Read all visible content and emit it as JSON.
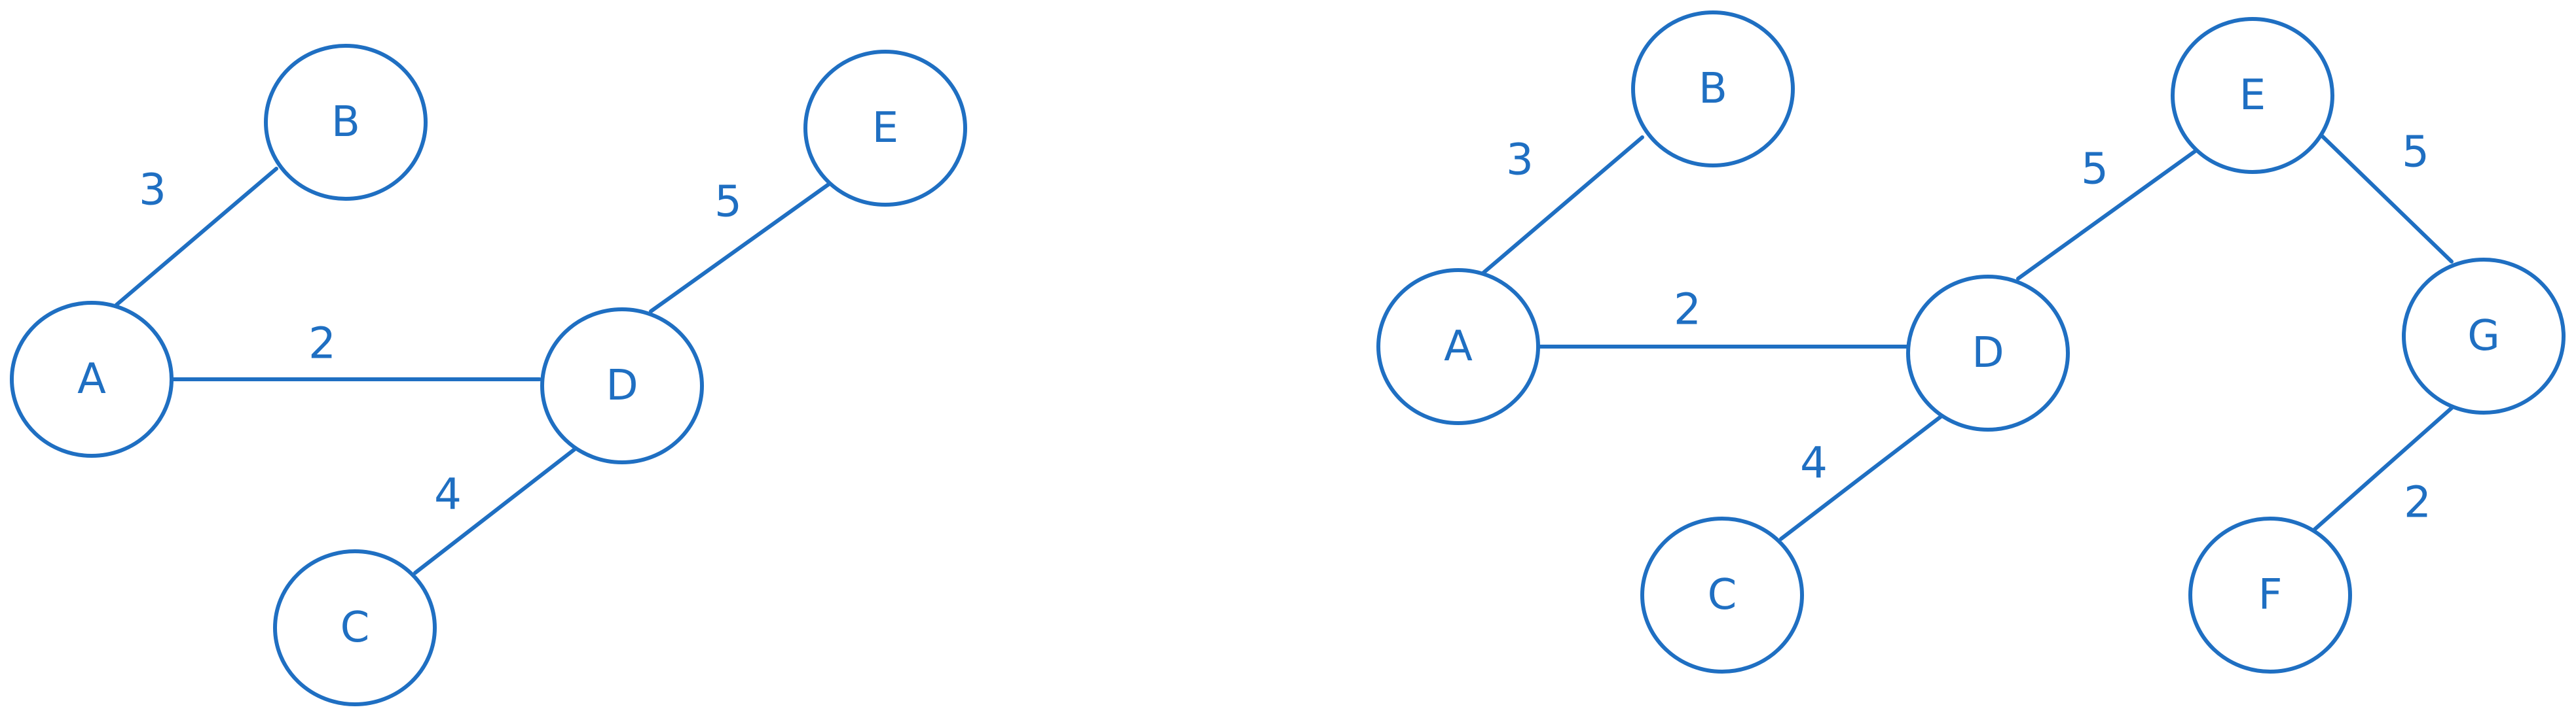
{
  "theme": {
    "stroke": "#1f6fc2",
    "text": "#1f6fc2",
    "background": "#ffffff"
  },
  "diagrams": [
    {
      "id": "graph-left",
      "nodes": [
        {
          "id": "A",
          "label": "A"
        },
        {
          "id": "B",
          "label": "B"
        },
        {
          "id": "C",
          "label": "C"
        },
        {
          "id": "D",
          "label": "D"
        },
        {
          "id": "E",
          "label": "E"
        }
      ],
      "edges": [
        {
          "from": "A",
          "to": "B",
          "weight": "3"
        },
        {
          "from": "A",
          "to": "D",
          "weight": "2"
        },
        {
          "from": "D",
          "to": "C",
          "weight": "4"
        },
        {
          "from": "D",
          "to": "E",
          "weight": "5"
        }
      ]
    },
    {
      "id": "graph-right",
      "nodes": [
        {
          "id": "A",
          "label": "A"
        },
        {
          "id": "B",
          "label": "B"
        },
        {
          "id": "C",
          "label": "C"
        },
        {
          "id": "D",
          "label": "D"
        },
        {
          "id": "E",
          "label": "E"
        },
        {
          "id": "F",
          "label": "F"
        },
        {
          "id": "G",
          "label": "G"
        }
      ],
      "edges": [
        {
          "from": "A",
          "to": "B",
          "weight": "3"
        },
        {
          "from": "A",
          "to": "D",
          "weight": "2"
        },
        {
          "from": "D",
          "to": "C",
          "weight": "4"
        },
        {
          "from": "D",
          "to": "E",
          "weight": "5"
        },
        {
          "from": "E",
          "to": "G",
          "weight": "5"
        },
        {
          "from": "G",
          "to": "F",
          "weight": "2"
        }
      ]
    }
  ]
}
